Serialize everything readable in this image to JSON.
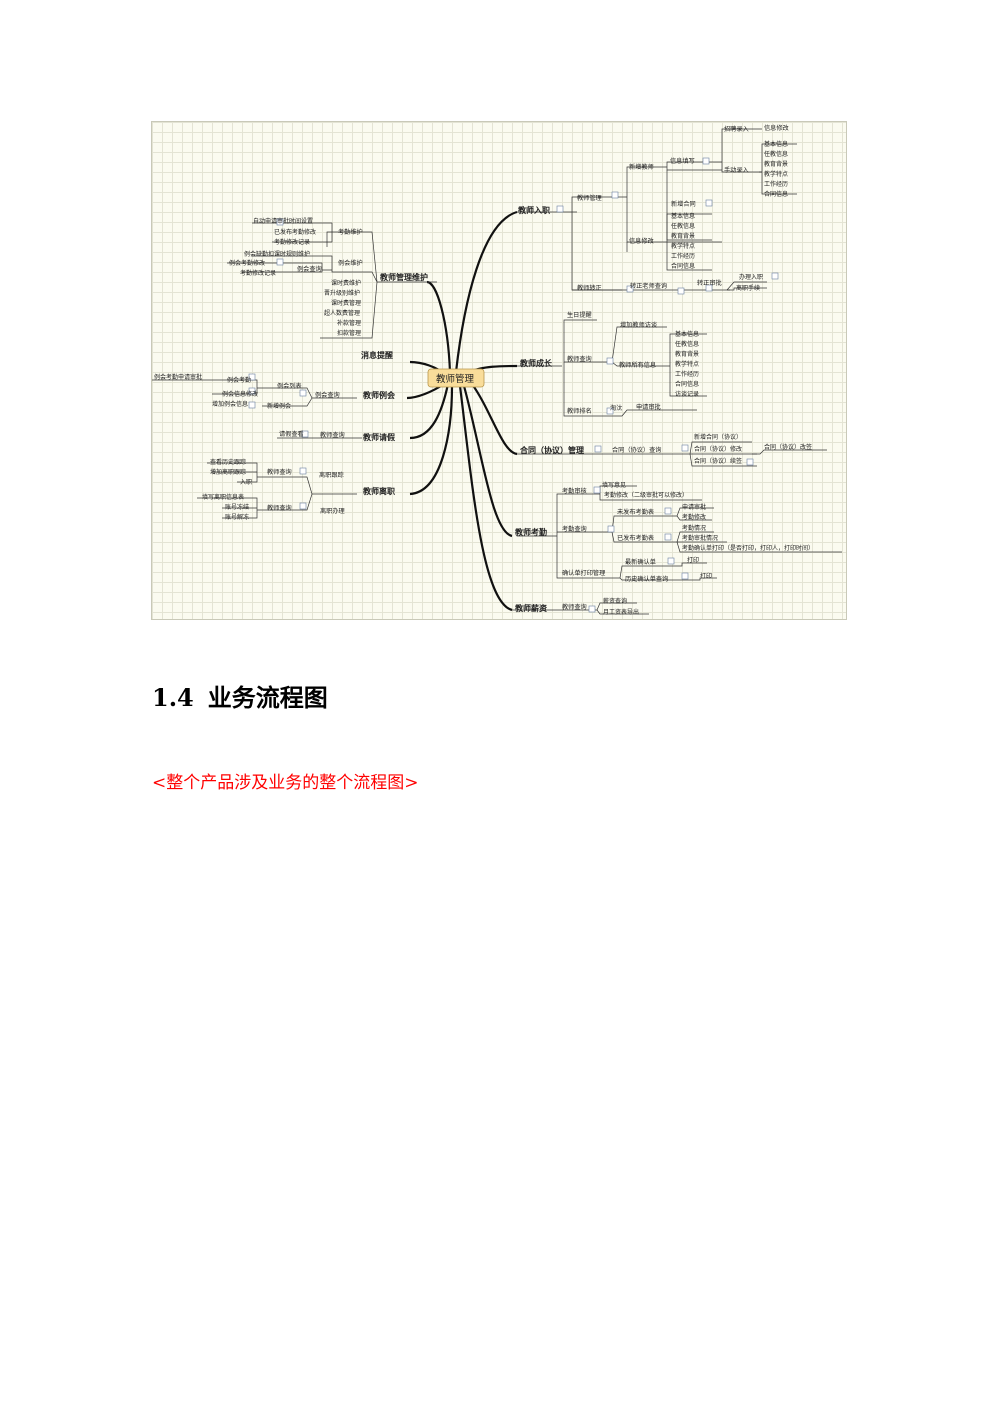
{
  "section": {
    "number": "1.4",
    "title": "业务流程图"
  },
  "placeholder": "<整个产品涉及业务的整个流程图>",
  "mindmap": {
    "root": "教师管理",
    "branches": {
      "onboarding": {
        "label": "教师入职",
        "n_manage": "教师管理",
        "n_new": "新增教师",
        "n_fill": "信息填写",
        "n_recruit": "招聘录入",
        "n_infomod": "信息修改",
        "n_manual": "手动录入",
        "manual_items": [
          "基本信息",
          "任教信息",
          "教育背景",
          "教学特点",
          "工作经历",
          "合同信息"
        ],
        "n_newcontract": "新增合同",
        "n_modify": "信息修改",
        "modify_items": [
          "基本信息",
          "任教信息",
          "教育背景",
          "教学特点",
          "工作经历",
          "合同信息"
        ],
        "n_regular": "教师转正",
        "n_rq": "转正老师查询",
        "n_audit": "转正审批",
        "audit_items": [
          "办理入职",
          "离职手续"
        ]
      },
      "maintenance": {
        "label": "教师管理维护",
        "n_att": "考勤维护",
        "att_items": [
          "自动申请审批时间设置",
          "已发布考勤修改",
          "考勤修改记录"
        ],
        "n_meet": "例会维护",
        "n_mrule": "例会缺勤扣课时规则维护",
        "n_mq": "例会查询",
        "mq_items": [
          "例会考勤修改",
          "考勤修改记录"
        ],
        "others": [
          "课时费维护",
          "晋升级别维护",
          "课时费管理",
          "超人数费管理",
          "补款管理",
          "扣款管理"
        ]
      },
      "message": {
        "label": "消息提醒"
      },
      "meeting": {
        "label": "教师例会",
        "n_mq": "例会查询",
        "n_list": "例会列表",
        "n_matt": "例会考勤",
        "n_apply": "例会考勤申请审批",
        "n_infomod": "例会信息修改",
        "n_new": "新增例会",
        "n_add": "增加例会信息"
      },
      "leave": {
        "label": "教师请假",
        "n_q": "教师查询",
        "n_view": "请假查看"
      },
      "resign": {
        "label": "教师离职",
        "n_track": "离职跟踪",
        "n_q1": "教师查询",
        "track_items": [
          "查看历史跟踪",
          "增加离职跟踪",
          "入职"
        ],
        "n_proc": "离职办理",
        "n_q2": "教师查询",
        "proc_items": [
          "填写离职信息表",
          "账号冻结",
          "账号解冻"
        ]
      },
      "growth": {
        "label": "教师成长",
        "n_bday": "生日提醒",
        "n_q": "教师查询",
        "n_add": "增加教师访谈",
        "n_all": "教师所有信息",
        "all_items": [
          "基本信息",
          "任教信息",
          "教育背景",
          "教学特点",
          "工作经历",
          "合同信息",
          "访谈记录"
        ],
        "n_rank": "教师排名",
        "n_out": "淘汰",
        "n_apply": "申请审批"
      },
      "contract": {
        "label": "合同（协议）管理",
        "n_q": "合同（协议）查询",
        "n_new": "新增合同（协议）",
        "n_mod": "合同（协议）修改",
        "n_renew": "合同（协议）续签",
        "n_change": "合同（协议）改签"
      },
      "attendance": {
        "label": "教师考勤",
        "n_audit": "考勤审核",
        "n_fill": "填写意见",
        "n_mod": "考勤修改（二级审批可以修改）",
        "n_query": "考勤查询",
        "n_unpub": "未发布考勤表",
        "unpub_items": [
          "申请审批",
          "考勤修改"
        ],
        "n_pub": "已发布考勤表",
        "pub_items": [
          "考勤情况",
          "考勤审批情况",
          "考勤确认单打印（是否打印，打印人，打印时间）"
        ],
        "n_print": "确认单打印管理",
        "n_latest": "最新确认单",
        "n_p1": "打印",
        "n_hist": "历史确认单查询",
        "n_p2": "打印"
      },
      "salary": {
        "label": "教师薪资",
        "n_q": "教师查询",
        "n_sal": "薪资查询",
        "n_exp": "月工资表导出"
      }
    }
  }
}
